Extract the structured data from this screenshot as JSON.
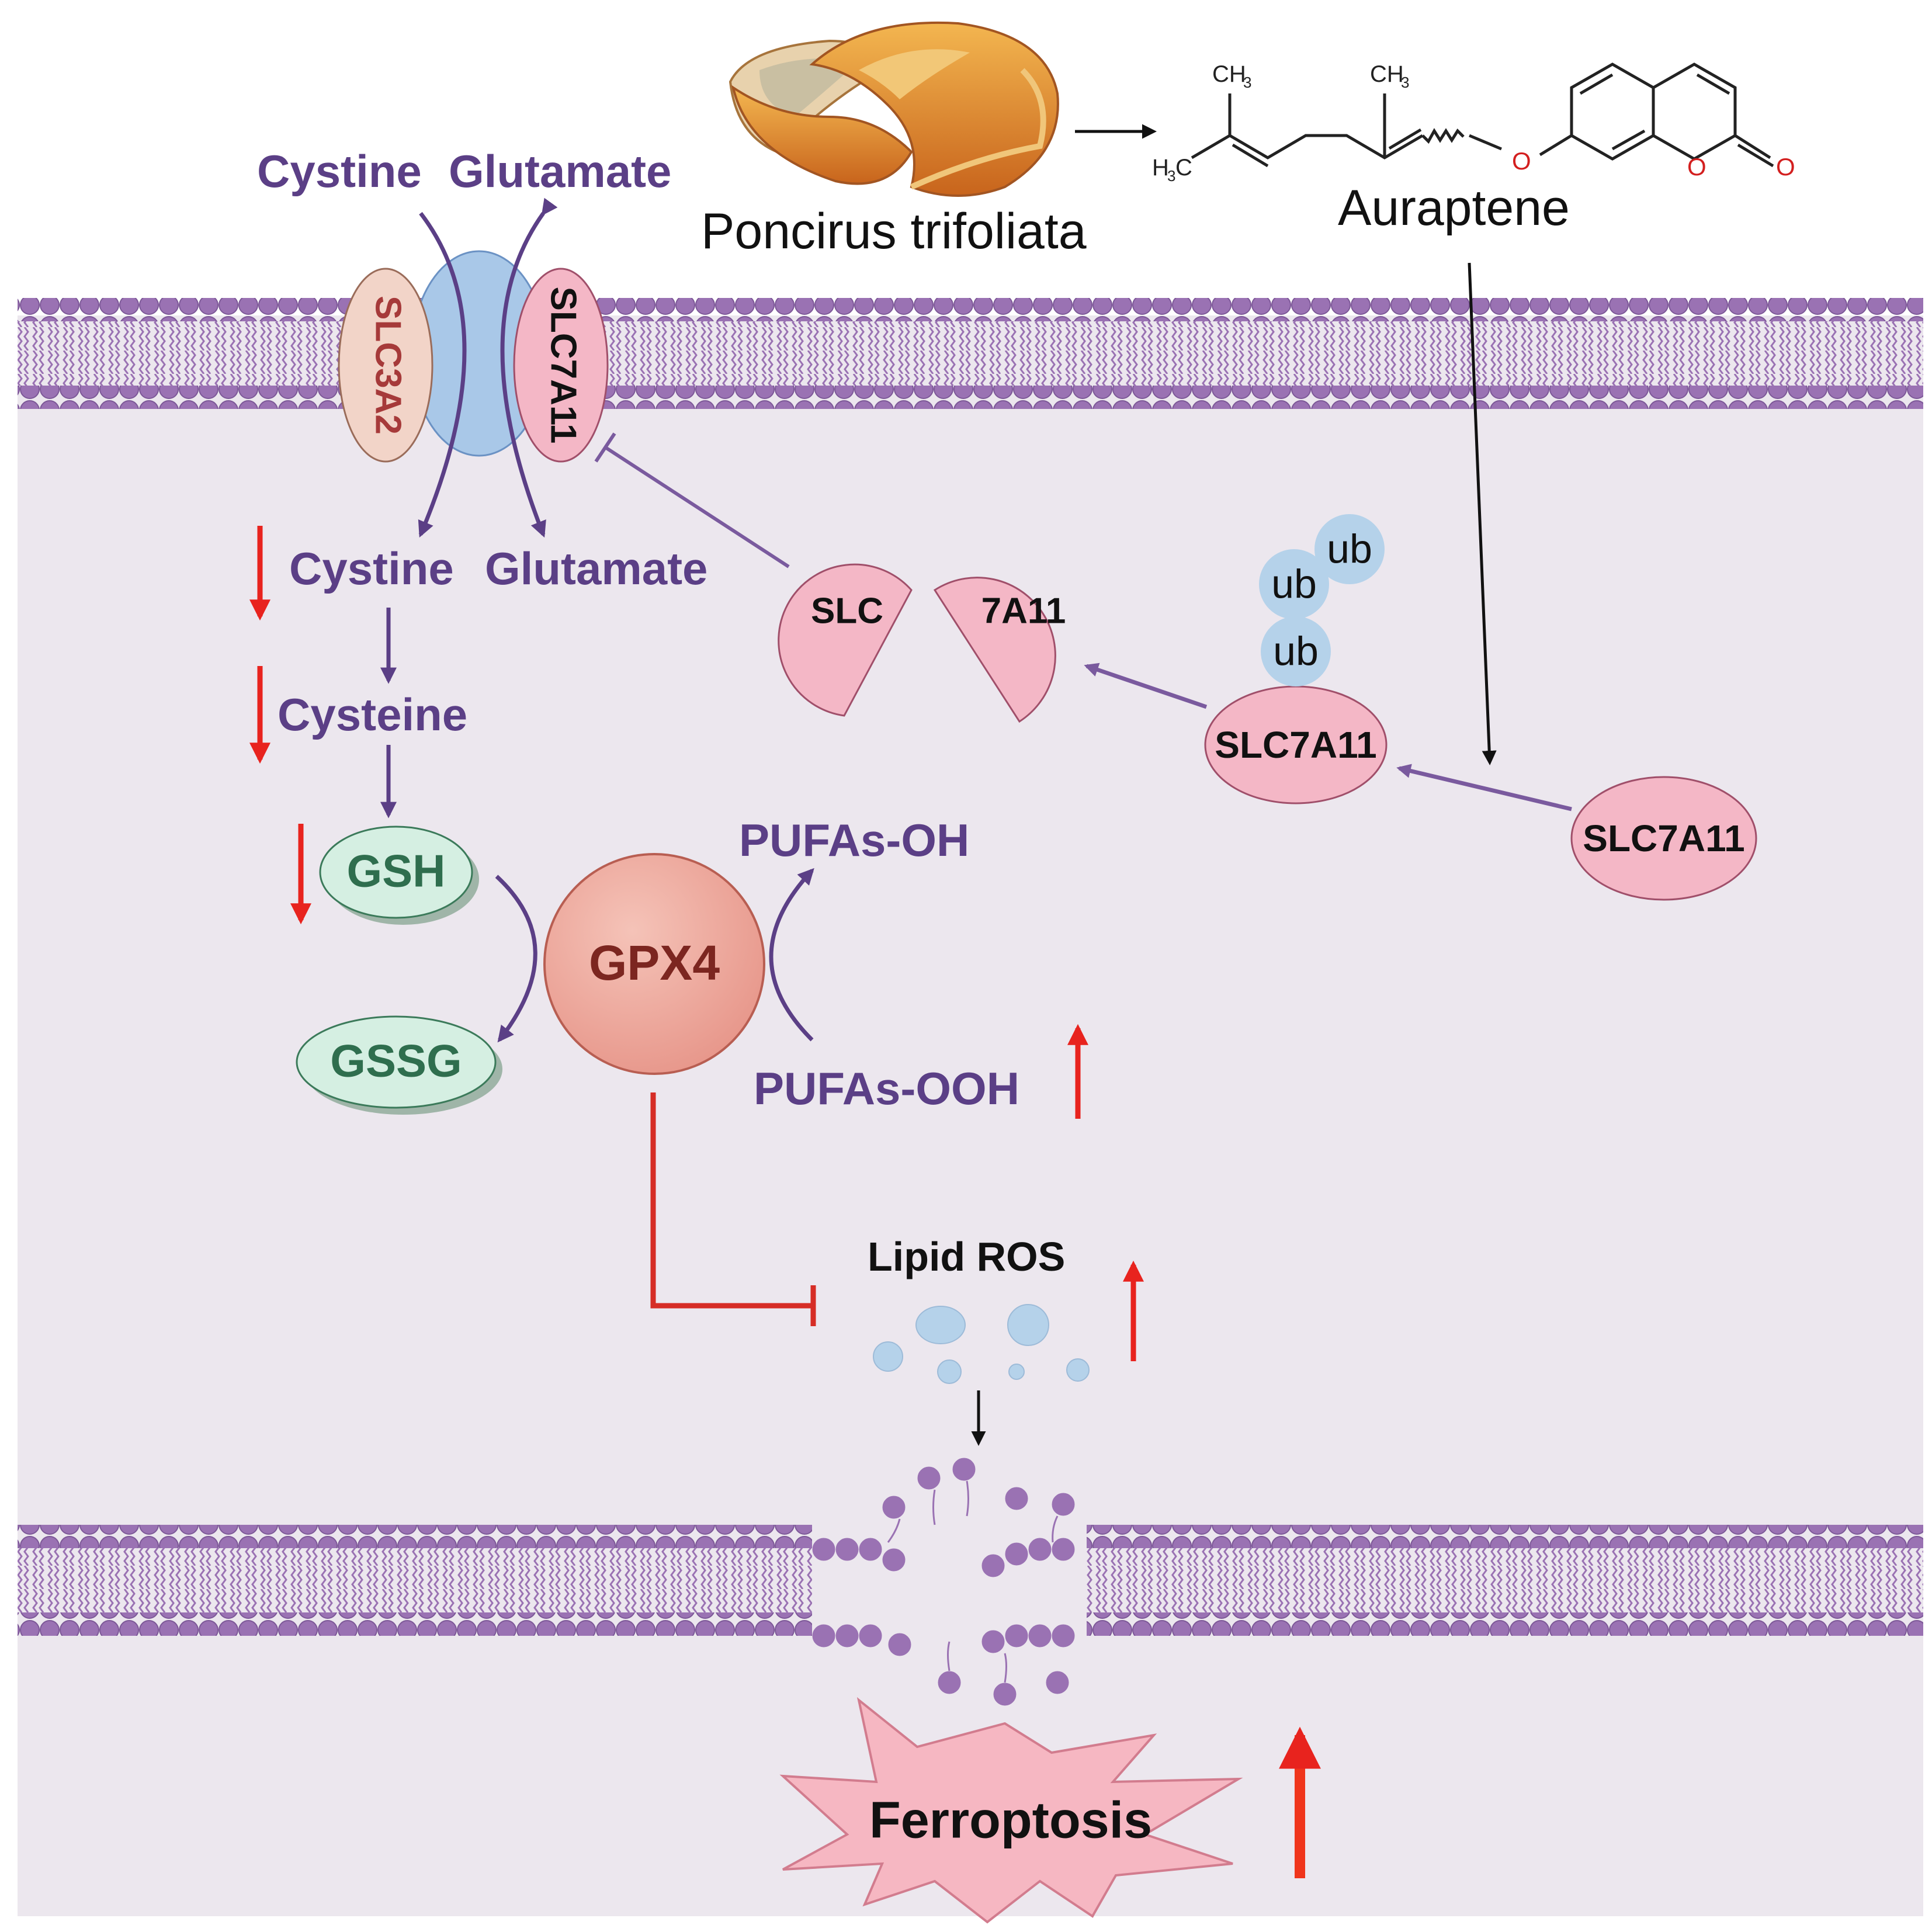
{
  "labels": {
    "top_cystine": "Cystine",
    "top_glutamate": "Glutamate",
    "in_cystine": "Cystine",
    "in_glutamate": "Glutamate",
    "cysteine": "Cysteine",
    "gsh": "GSH",
    "gssg": "GSSG",
    "gpx4": "GPX4",
    "pufas_oh": "PUFAs-OH",
    "pufas_ooh": "PUFAs-OOH",
    "lipid_ros": "Lipid ROS",
    "ferroptosis": "Ferroptosis",
    "slc3a2": "SLC3A2",
    "slc7a11_membrane": "SLC7A11",
    "slc_left": "SLC",
    "slc_right": "7A11",
    "slc7a11_ub": "SLC7A11",
    "slc7a11_free": "SLC7A11",
    "ub1": "ub",
    "ub2": "ub",
    "ub3": "ub",
    "plant": "Poncirus trifoliata",
    "compound": "Auraptene",
    "ch3_a": "CH",
    "ch3_b": "CH",
    "h3c": "H",
    "h3c_c": "C",
    "sub3": "3",
    "oxy1": "O",
    "oxy2": "O",
    "oxy3": "O"
  },
  "colors": {
    "purple_text": "#5b3f86",
    "membrane_head": "#9a72b3",
    "cytoplasm": "#ece7ee",
    "pink": "#f4b7c6",
    "green": "#d5efe2",
    "green_text": "#2f6e4e",
    "gpx4_fill": "#efaaa0",
    "gpx4_text": "#7c2620",
    "ub_blue": "#b5d2ea",
    "red_arrow": "#e8231e",
    "ferro_fill": "#f6b7c2"
  }
}
